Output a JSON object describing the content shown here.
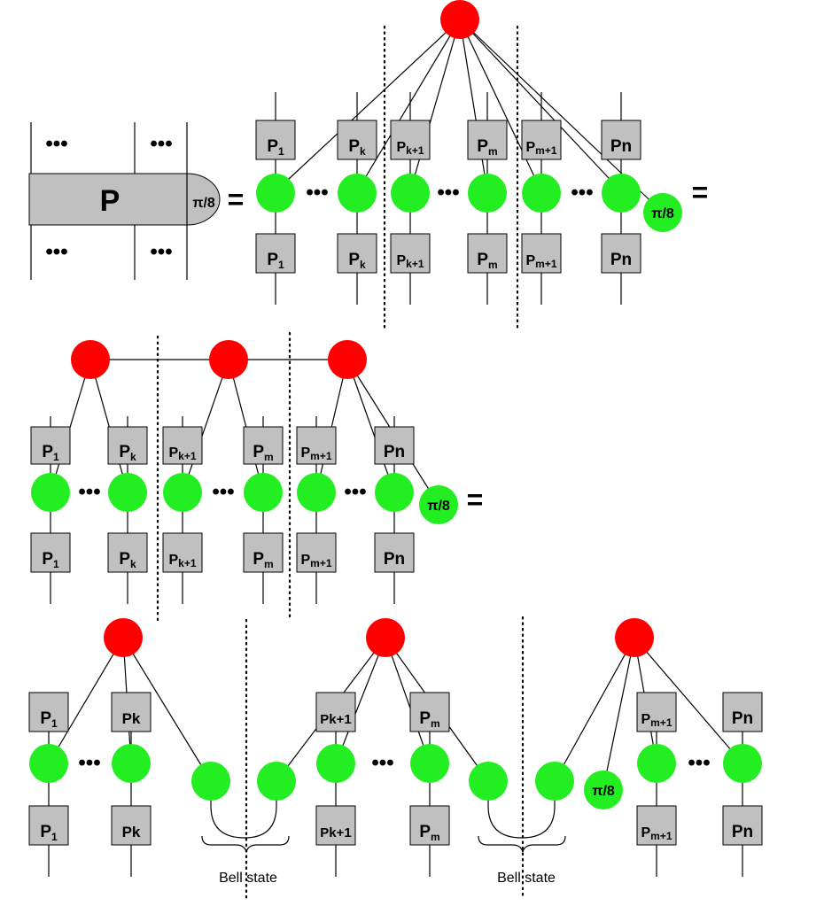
{
  "labels": {
    "P": "P",
    "pi8": "π/8",
    "equals": "=",
    "ellipsis": "•••",
    "bell_state": "Bell state"
  },
  "section1": {
    "boxes": [
      {
        "main": "P",
        "sub": "1"
      },
      {
        "main": "P",
        "sub": "k"
      },
      {
        "main": "P",
        "sub": "k+1"
      },
      {
        "main": "P",
        "sub": "m"
      },
      {
        "main": "P",
        "sub": "m+1"
      },
      {
        "main": "Pn",
        "sub": ""
      }
    ]
  },
  "section2": {
    "boxes": [
      {
        "main": "P",
        "sub": "1"
      },
      {
        "main": "P",
        "sub": "k"
      },
      {
        "main": "P",
        "sub": "k+1"
      },
      {
        "main": "P",
        "sub": "m"
      },
      {
        "main": "P",
        "sub": "m+1"
      },
      {
        "main": "Pn",
        "sub": ""
      }
    ]
  },
  "section3": {
    "boxes_top": [
      {
        "main": "P",
        "sub": "1"
      },
      {
        "main": "Pk",
        "sub": ""
      },
      {
        "main": "Pk+1",
        "sub": ""
      },
      {
        "main": "P",
        "sub": "m"
      },
      {
        "main": "P",
        "sub": "m+1"
      },
      {
        "main": "Pn",
        "sub": ""
      }
    ],
    "boxes_bottom": [
      {
        "main": "P",
        "sub": "1"
      },
      {
        "main": "Pk",
        "sub": ""
      },
      {
        "main": "Pk+1",
        "sub": ""
      },
      {
        "main": "P",
        "sub": "m"
      },
      {
        "main": "P",
        "sub": "m+1"
      },
      {
        "main": "Pn",
        "sub": ""
      }
    ]
  },
  "colors": {
    "green_node": "#22ee22",
    "red_node": "#ff0000",
    "box_fill": "#c0c0c0"
  }
}
